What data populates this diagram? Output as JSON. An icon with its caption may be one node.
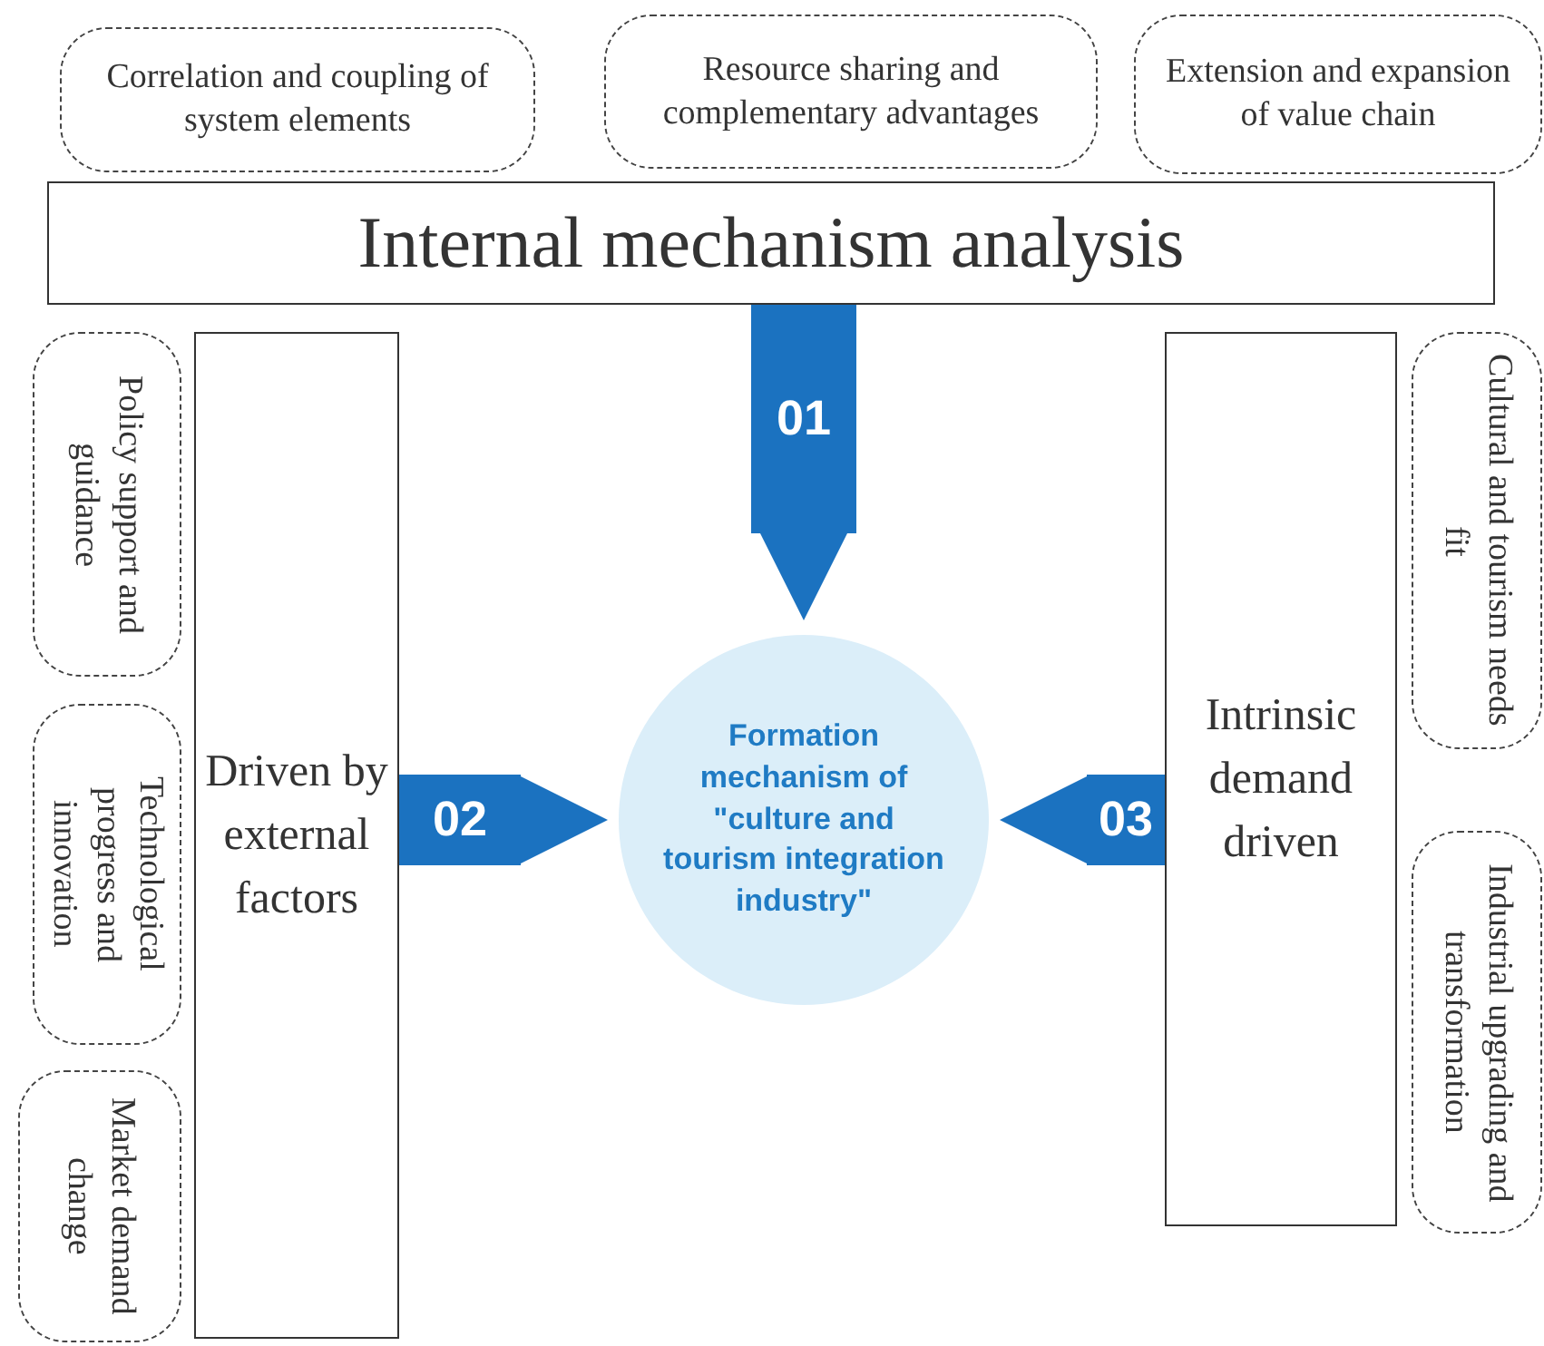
{
  "diagram": {
    "nodes": [
      {
        "text": [
          "Correlation and coupling of system elements"
        ]
      },
      {
        "text": [
          "Resource sharing and complementary advantages"
        ]
      },
      {
        "text": [
          "Extension and expansion of value chain"
        ]
      },
      {
        "text": [
          "Internal mechanism analysis"
        ]
      },
      {
        "text": [
          "Policy support and guidance"
        ]
      },
      {
        "text": [
          "Technological progress and innovation"
        ]
      },
      {
        "text": [
          "Market demand change"
        ]
      },
      {
        "text": [
          "Driven by external factors"
        ]
      },
      {
        "text": [
          "Formation mechanism of \"culture and tourism integration industry\""
        ]
      },
      {
        "text": [
          "Intrinsic demand driven"
        ]
      },
      {
        "text": [
          "Cultural and tourism needs fit"
        ]
      },
      {
        "text": [
          "Industrial upgrading and transformation"
        ]
      }
    ],
    "edges": [
      {
        "from": 3,
        "to": 8,
        "arrow": "to",
        "label": "01"
      },
      {
        "from": 7,
        "to": 8,
        "arrow": "to",
        "label": "02"
      },
      {
        "from": 9,
        "to": 8,
        "arrow": "to",
        "label": "03"
      }
    ]
  }
}
